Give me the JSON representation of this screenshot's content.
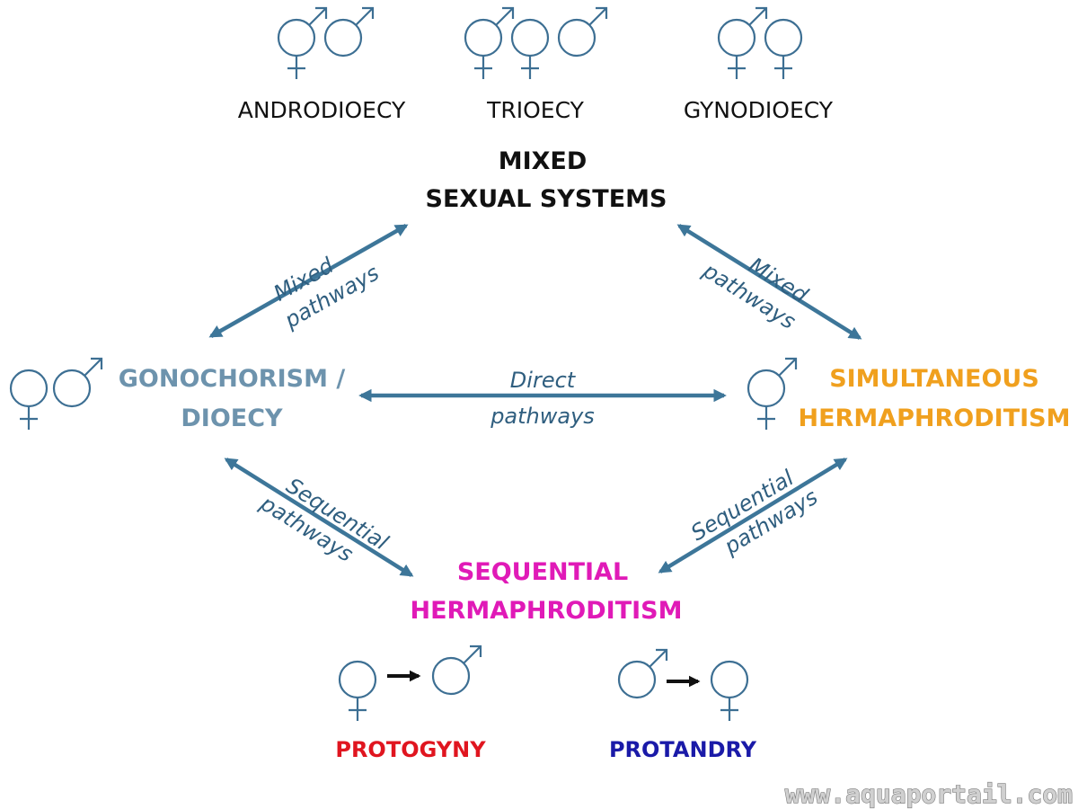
{
  "colors": {
    "symbol": "#3d6f93",
    "arrow": "#3d7699",
    "gonochorism": "#6d93ad",
    "simultaneous": "#f0a01e",
    "sequential": "#e01ab7",
    "protogyny": "#e0151f",
    "protandry": "#1a1aa8",
    "mixed": "#111111"
  },
  "top_systems": {
    "androdioecy": "ANDRODIOECY",
    "trioecy": "TRIOECY",
    "gynodioecy": "GYNODIOECY"
  },
  "mixed": {
    "line1": "MIXED",
    "line2": "SEXUAL SYSTEMS"
  },
  "gonochorism": {
    "line1": "GONOCHORISM /",
    "line2": "DIOECY"
  },
  "simultaneous": {
    "line1": "SIMULTANEOUS",
    "line2": "HERMAPHRODITISM"
  },
  "sequential": {
    "line1": "SEQUENTIAL",
    "line2": "HERMAPHRODITISM"
  },
  "pathways": {
    "mixed_left": {
      "line1": "Mixed",
      "line2": "pathways"
    },
    "mixed_right": {
      "line1": "Mixed",
      "line2": "pathways"
    },
    "direct": {
      "line1": "Direct",
      "line2": "pathways"
    },
    "sequential_left": {
      "line1": "Sequential",
      "line2": "pathways"
    },
    "sequential_right": {
      "line1": "Sequential",
      "line2": "pathways"
    }
  },
  "bottom": {
    "protogyny": "PROTOGYNY",
    "protandry": "PROTANDRY"
  },
  "watermark": "www.aquaportail.com"
}
